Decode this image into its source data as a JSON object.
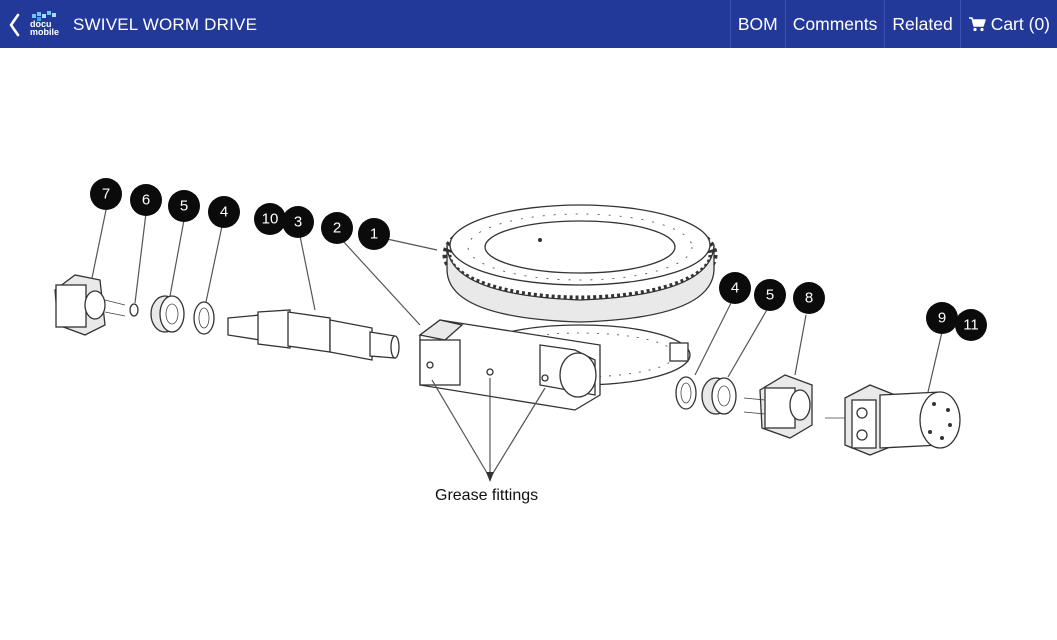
{
  "header": {
    "back_icon": "chevron-left-icon",
    "logo_text_top": "docu",
    "logo_text_bottom": "mobile",
    "title": "SWIVEL WORM DRIVE",
    "nav": [
      {
        "label": "BOM"
      },
      {
        "label": "Comments"
      },
      {
        "label": "Related"
      },
      {
        "label": "Cart (0)",
        "icon": "cart-icon"
      }
    ],
    "colors": {
      "bar": "#23399a",
      "text": "#ffffff"
    }
  },
  "diagram": {
    "callouts": [
      "7",
      "6",
      "5",
      "4",
      "10",
      "3",
      "2",
      "1",
      "4",
      "5",
      "8",
      "9",
      "11"
    ],
    "annotation": "Grease fittings"
  }
}
